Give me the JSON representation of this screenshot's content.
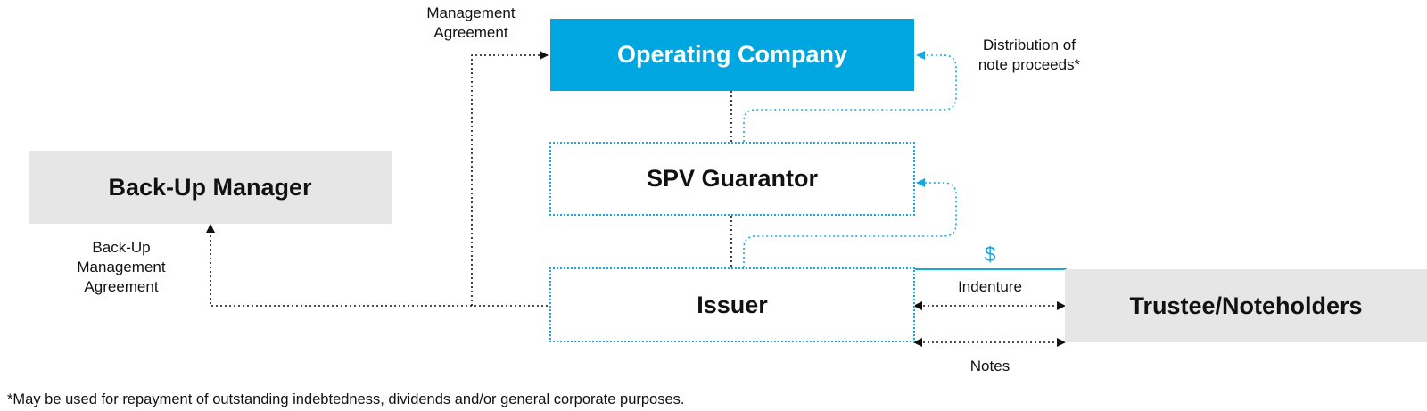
{
  "boxes": {
    "operating_company": "Operating Company",
    "spv_guarantor": "SPV Guarantor",
    "issuer": "Issuer",
    "backup_manager": "Back-Up Manager",
    "trustee_noteholders": "Trustee/Noteholders"
  },
  "labels": {
    "management_agreement_1": "Management",
    "management_agreement_2": "Agreement",
    "distribution_1": "Distribution of",
    "distribution_2": "note proceeds*",
    "backup_agreement_1": "Back-Up",
    "backup_agreement_2": "Management",
    "backup_agreement_3": "Agreement",
    "dollar": "$",
    "indenture": "Indenture",
    "notes": "Notes"
  },
  "footnote": "*May be used for repayment of outstanding indebtedness, dividends and/or general corporate purposes.",
  "colors": {
    "accent_blue": "#00a6e0",
    "outline_blue": "#19a8dc",
    "grey_box": "#e6e6e6"
  }
}
